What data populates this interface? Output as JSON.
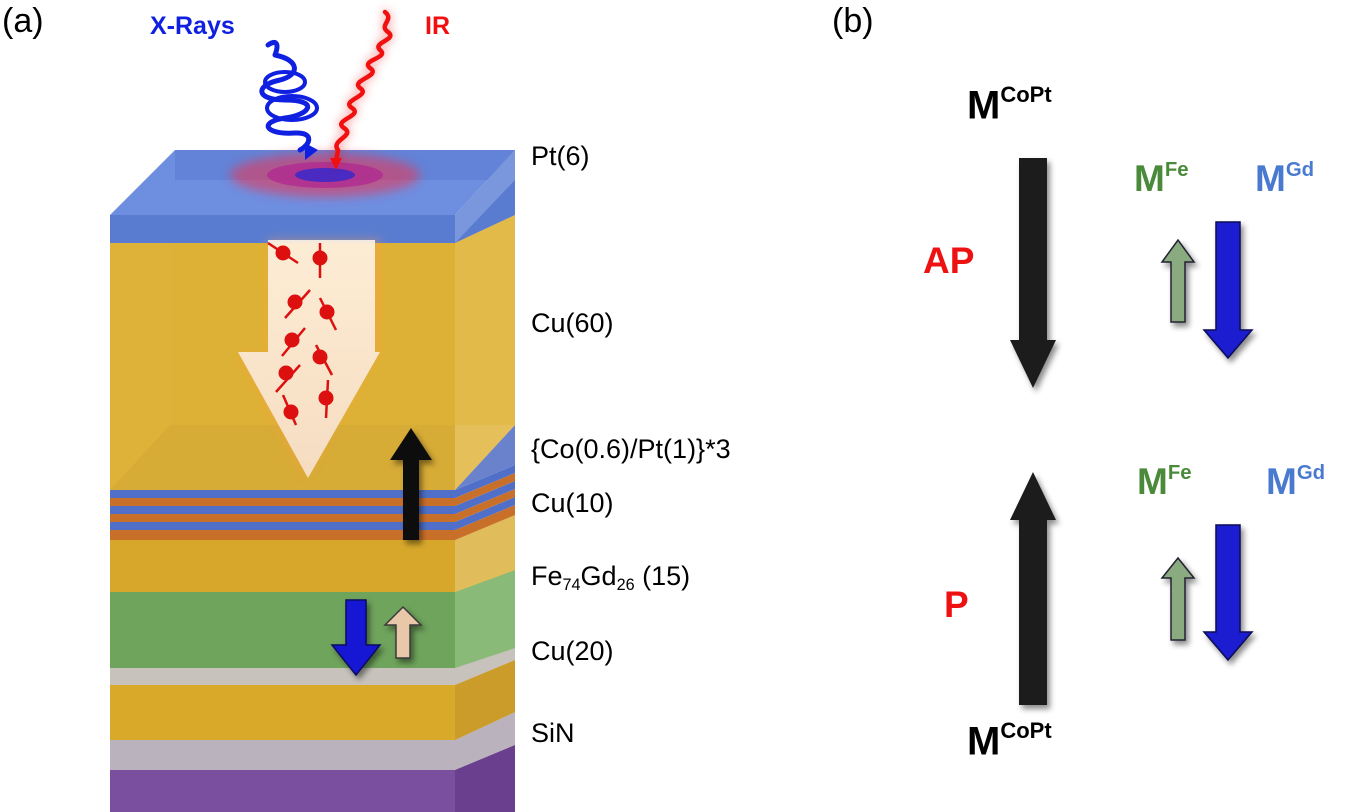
{
  "panel_a": {
    "label": "(a)",
    "beams": {
      "xray": "X-Rays",
      "ir": "IR"
    },
    "layers": [
      {
        "label": "Pt(6)"
      },
      {
        "label": "Cu(60)"
      },
      {
        "label": "{Co(0.6)/Pt(1)}*3"
      },
      {
        "label": "Cu(10)"
      },
      {
        "label_main": "Fe",
        "sub1": "74",
        "mid": "Gd",
        "sub2": "26",
        "tail": " (15)"
      },
      {
        "label": "Cu(20)"
      },
      {
        "label": "SiN"
      }
    ],
    "colors": {
      "pt": "#5a7fd0",
      "cu": "#e0b030",
      "copt_blue": "#4f72c8",
      "copt_orange": "#c8782a",
      "fegd": "#7aac6a",
      "sin": "#a59aa8",
      "substrate": "#7a4ea0",
      "xray": "#1020e0",
      "ir": "#f01010",
      "spin": "#dd1010"
    }
  },
  "panel_b": {
    "label": "(b)",
    "configs": [
      {
        "name": "AP",
        "mcopt_base": "M",
        "mcopt_sup": "CoPt",
        "mfe_base": "M",
        "mfe_sup": "Fe",
        "mgd_base": "M",
        "mgd_sup": "Gd",
        "copt_dir": "down"
      },
      {
        "name": "P",
        "mcopt_base": "M",
        "mcopt_sup": "CoPt",
        "mfe_base": "M",
        "mfe_sup": "Fe",
        "mgd_base": "M",
        "mgd_sup": "Gd",
        "copt_dir": "up"
      }
    ],
    "colors": {
      "config": "#ee1111",
      "fe": "#4a8a3a",
      "gd": "#4a7ad0",
      "copt_arrow": "#1e1e1e",
      "fe_arrow": "#8aaa80",
      "gd_arrow": "#1a1ad0"
    }
  }
}
